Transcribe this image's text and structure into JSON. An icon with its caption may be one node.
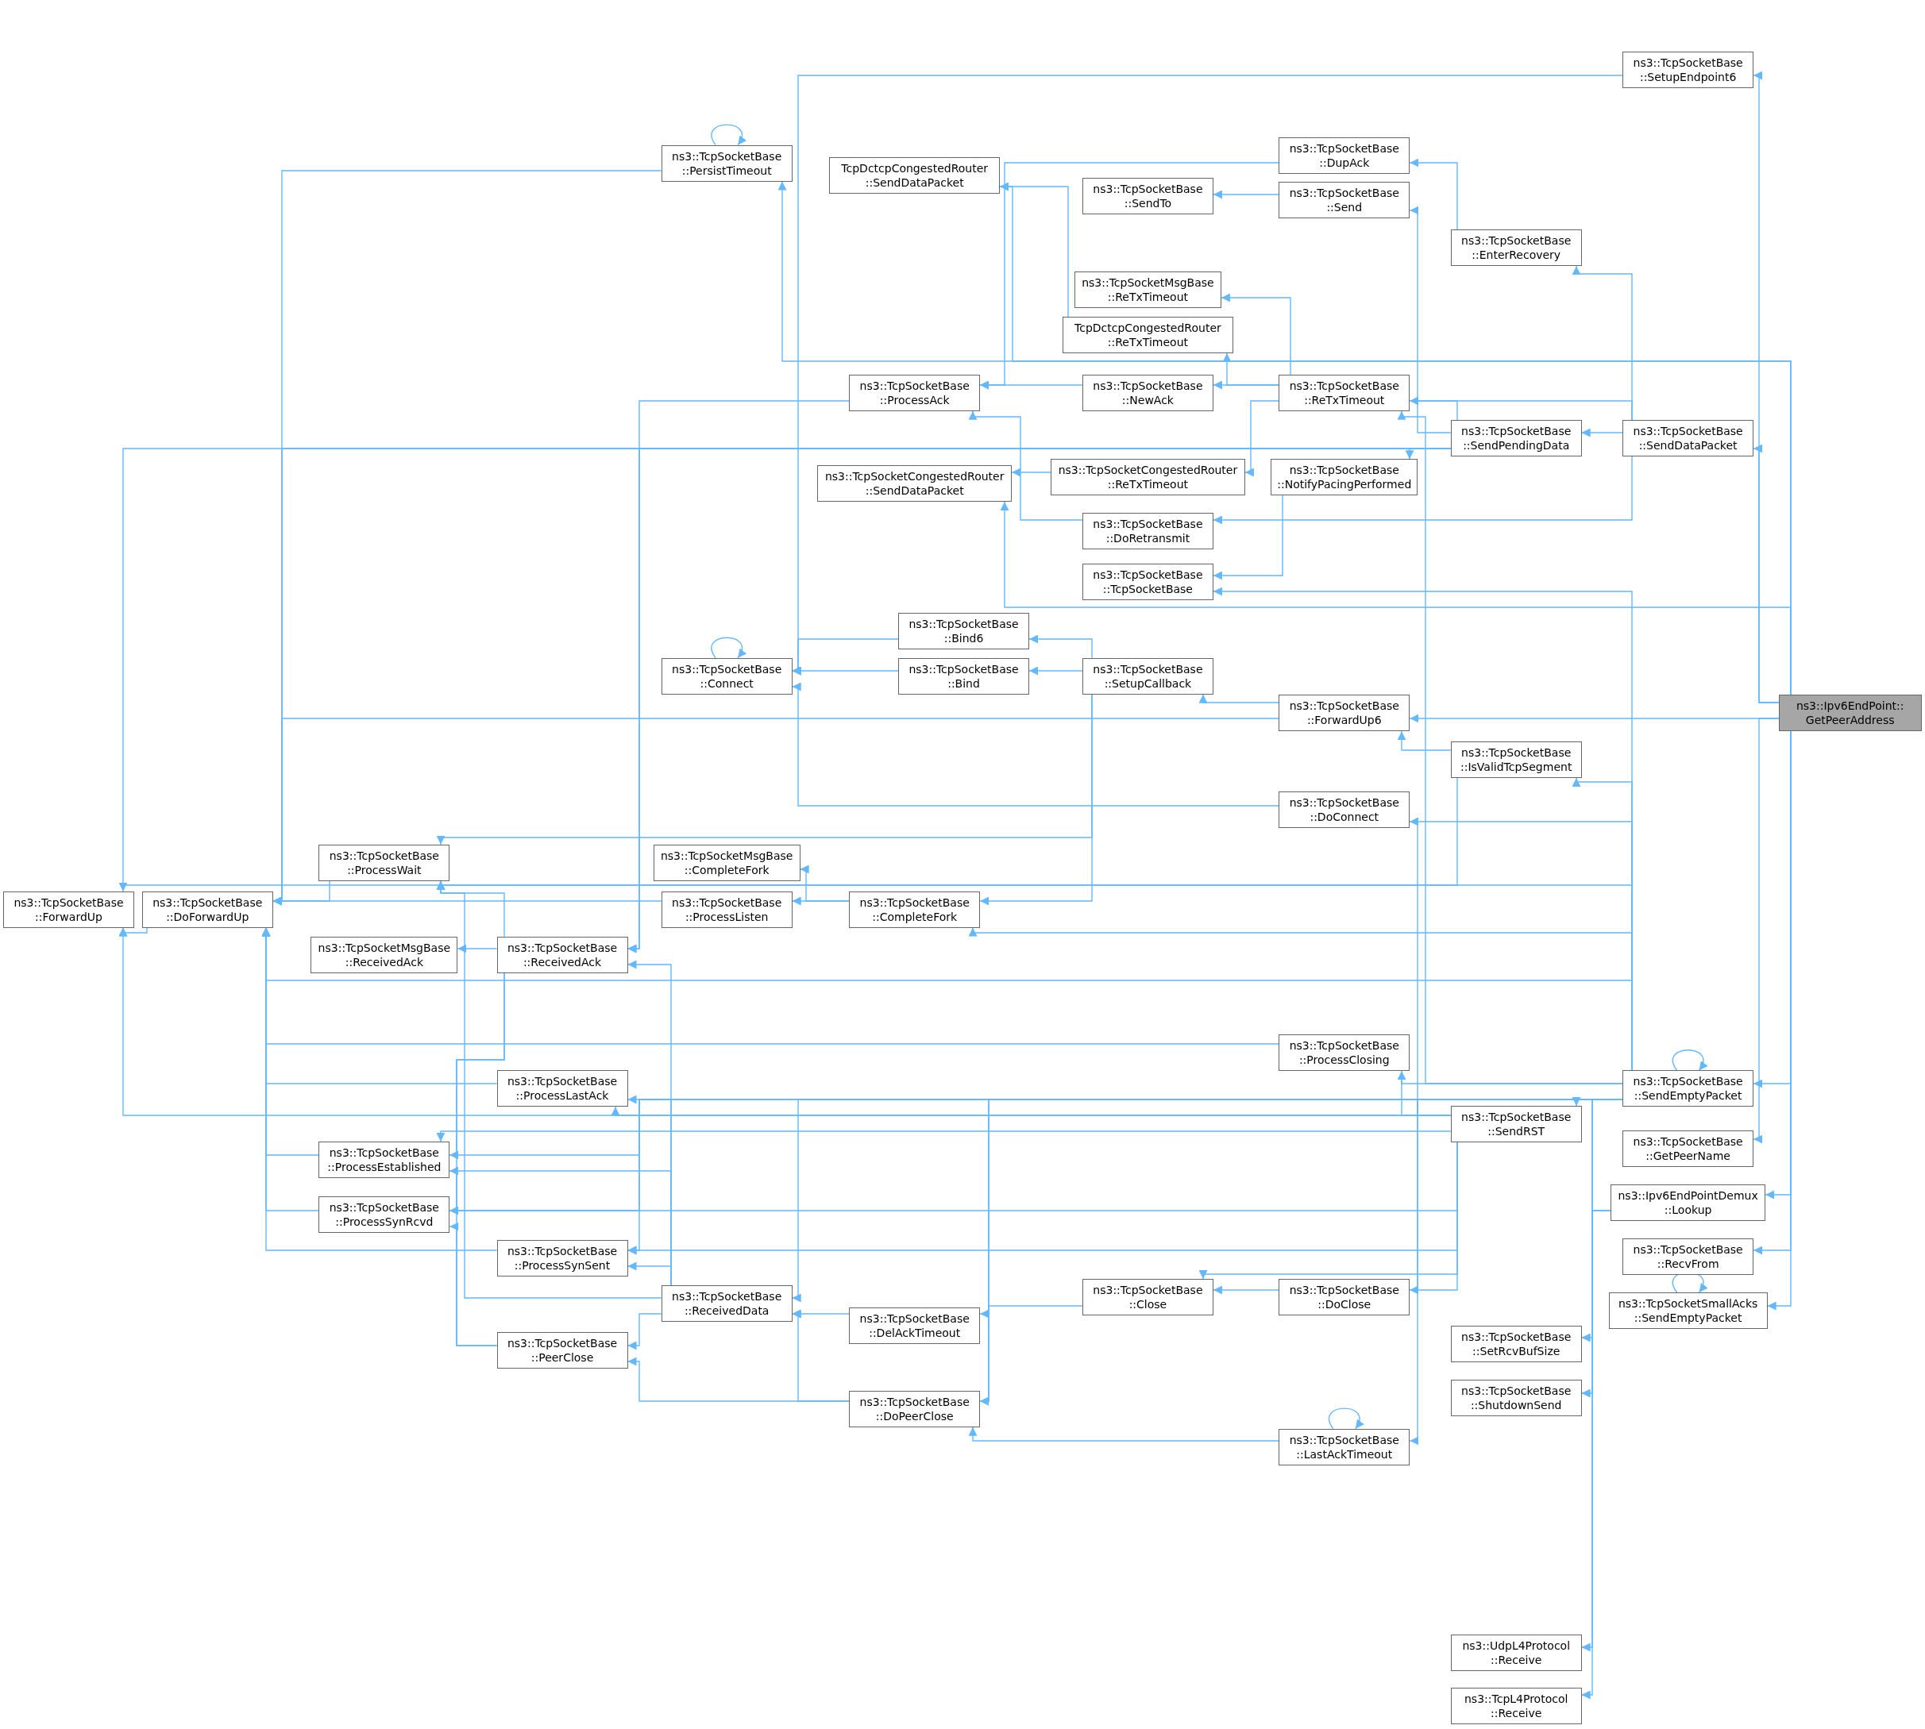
{
  "diagram": {
    "nodes": [
      {
        "text": [
          "ns3::Ipv6EndPoint:: GetPeerAddress"
        ]
      },
      {
        "text": [
          "ns3::TcpSocketBase ::SetupEndpoint6"
        ]
      },
      {
        "text": [
          "ns3::TcpSocketBase ::PersistTimeout"
        ]
      },
      {
        "text": [
          "ns3::TcpSocketBase ::DupAck"
        ]
      },
      {
        "text": [
          "TcpDctcpCongestedRouter ::SendDataPacket"
        ]
      },
      {
        "text": [
          "ns3::TcpSocketBase ::SendTo"
        ]
      },
      {
        "text": [
          "ns3::TcpSocketBase ::Send"
        ]
      },
      {
        "text": [
          "ns3::TcpSocketBase ::EnterRecovery"
        ]
      },
      {
        "text": [
          "ns3::TcpSocketMsgBase ::ReTxTimeout"
        ]
      },
      {
        "text": [
          "TcpDctcpCongestedRouter ::ReTxTimeout"
        ]
      },
      {
        "text": [
          "ns3::TcpSocketBase ::ReTxTimeout"
        ]
      },
      {
        "text": [
          "ns3::TcpSocketBase ::NewAck"
        ]
      },
      {
        "text": [
          "ns3::TcpSocketBase ::ProcessAck"
        ]
      },
      {
        "text": [
          "ns3::TcpSocketBase ::SendPendingData"
        ]
      },
      {
        "text": [
          "ns3::TcpSocketBase ::SendDataPacket"
        ]
      },
      {
        "text": [
          "ns3::TcpSocketCongestedRouter ::ReTxTimeout"
        ]
      },
      {
        "text": [
          "ns3::TcpSocketBase ::NotifyPacingPerformed"
        ]
      },
      {
        "text": [
          "ns3::TcpSocketCongestedRouter ::SendDataPacket"
        ]
      },
      {
        "text": [
          "ns3::TcpSocketBase ::DoRetransmit"
        ]
      },
      {
        "text": [
          "ns3::TcpSocketBase ::TcpSocketBase"
        ]
      },
      {
        "text": [
          "ns3::TcpSocketBase ::Bind6"
        ]
      },
      {
        "text": [
          "ns3::TcpSocketBase ::Connect"
        ]
      },
      {
        "text": [
          "ns3::TcpSocketBase ::Bind"
        ]
      },
      {
        "text": [
          "ns3::TcpSocketBase ::SetupCallback"
        ]
      },
      {
        "text": [
          "ns3::TcpSocketBase ::ForwardUp6"
        ]
      },
      {
        "text": [
          "ns3::TcpSocketBase ::IsValidTcpSegment"
        ]
      },
      {
        "text": [
          "ns3::TcpSocketBase ::DoConnect"
        ]
      },
      {
        "text": [
          "ns3::TcpSocketMsgBase ::CompleteFork"
        ]
      },
      {
        "text": [
          "ns3::TcpSocketBase ::ProcessListen"
        ]
      },
      {
        "text": [
          "ns3::TcpSocketBase ::CompleteFork"
        ]
      },
      {
        "text": [
          "ns3::TcpSocketBase ::ForwardUp"
        ]
      },
      {
        "text": [
          "ns3::TcpSocketBase ::DoForwardUp"
        ]
      },
      {
        "text": [
          "ns3::TcpSocketBase ::ProcessWait"
        ]
      },
      {
        "text": [
          "ns3::TcpSocketBase ::ReceivedAck"
        ]
      },
      {
        "text": [
          "ns3::TcpSocketMsgBase ::ReceivedAck"
        ]
      },
      {
        "text": [
          "ns3::TcpSocketBase ::ProcessClosing"
        ]
      },
      {
        "text": [
          "ns3::TcpSocketBase ::SendEmptyPacket"
        ]
      },
      {
        "text": [
          "ns3::TcpSocketBase ::ProcessLastAck"
        ]
      },
      {
        "text": [
          "ns3::TcpSocketBase ::SendRST"
        ]
      },
      {
        "text": [
          "ns3::TcpSocketBase ::ProcessEstablished"
        ]
      },
      {
        "text": [
          "ns3::TcpSocketBase ::ProcessSynRcvd"
        ]
      },
      {
        "text": [
          "ns3::TcpSocketBase ::ProcessSynSent"
        ]
      },
      {
        "text": [
          "ns3::TcpSocketBase ::ReceivedData"
        ]
      },
      {
        "text": [
          "ns3::TcpSocketBase ::Close"
        ]
      },
      {
        "text": [
          "ns3::TcpSocketBase ::DoClose"
        ]
      },
      {
        "text": [
          "ns3::TcpSocketBase ::DelAckTimeout"
        ]
      },
      {
        "text": [
          "ns3::TcpSocketBase ::PeerClose"
        ]
      },
      {
        "text": [
          "ns3::TcpSocketBase ::DoPeerClose"
        ]
      },
      {
        "text": [
          "ns3::TcpSocketBase ::LastAckTimeout"
        ]
      },
      {
        "text": [
          "ns3::TcpSocketBase ::GetPeerName"
        ]
      },
      {
        "text": [
          "ns3::Ipv6EndPointDemux ::Lookup"
        ]
      },
      {
        "text": [
          "ns3::TcpSocketBase ::RecvFrom"
        ]
      },
      {
        "text": [
          "ns3::TcpSocketSmallAcks ::SendEmptyPacket"
        ]
      },
      {
        "text": [
          "ns3::TcpSocketBase ::SetRcvBufSize"
        ]
      },
      {
        "text": [
          "ns3::TcpSocketBase ::ShutdownSend"
        ]
      },
      {
        "text": [
          "ns3::UdpL4Protocol ::Receive"
        ]
      },
      {
        "text": [
          "ns3::TcpL4Protocol ::Receive"
        ]
      }
    ],
    "edges": [
      {
        "from": 0,
        "to": 1,
        "arrow": "to"
      },
      {
        "from": 0,
        "to": 2,
        "arrow": "to"
      },
      {
        "from": 0,
        "to": 4,
        "arrow": "to"
      },
      {
        "from": 0,
        "to": 14,
        "arrow": "to"
      },
      {
        "from": 0,
        "to": 17,
        "arrow": "to"
      },
      {
        "from": 0,
        "to": 24,
        "arrow": "to"
      },
      {
        "from": 0,
        "to": 36,
        "arrow": "to"
      },
      {
        "from": 0,
        "to": 49,
        "arrow": "to"
      },
      {
        "from": 0,
        "to": 50,
        "arrow": "to"
      },
      {
        "from": 0,
        "to": 51,
        "arrow": "to"
      },
      {
        "from": 0,
        "to": 52,
        "arrow": "to"
      },
      {
        "from": 1,
        "to": 21,
        "arrow": "to"
      },
      {
        "from": 2,
        "to": 2,
        "arrow": "to"
      },
      {
        "from": 2,
        "to": 31,
        "arrow": "to"
      },
      {
        "from": 3,
        "to": 12,
        "arrow": "to"
      },
      {
        "from": 6,
        "to": 5,
        "arrow": "to"
      },
      {
        "from": 7,
        "to": 3,
        "arrow": "to"
      },
      {
        "from": 10,
        "to": 8,
        "arrow": "to"
      },
      {
        "from": 10,
        "to": 9,
        "arrow": "to"
      },
      {
        "from": 10,
        "to": 11,
        "arrow": "to"
      },
      {
        "from": 10,
        "to": 15,
        "arrow": "to"
      },
      {
        "from": 11,
        "to": 12,
        "arrow": "to"
      },
      {
        "from": 12,
        "to": 33,
        "arrow": "to"
      },
      {
        "from": 13,
        "to": 6,
        "arrow": "to"
      },
      {
        "from": 13,
        "to": 10,
        "arrow": "to"
      },
      {
        "from": 13,
        "to": 16,
        "arrow": "to"
      },
      {
        "from": 13,
        "to": 31,
        "arrow": "to"
      },
      {
        "from": 13,
        "to": 33,
        "arrow": "to"
      },
      {
        "from": 13,
        "to": 30,
        "arrow": "to"
      },
      {
        "from": 9,
        "to": 4,
        "arrow": "to"
      },
      {
        "from": 14,
        "to": 7,
        "arrow": "to"
      },
      {
        "from": 14,
        "to": 13,
        "arrow": "to"
      },
      {
        "from": 14,
        "to": 10,
        "arrow": "to"
      },
      {
        "from": 14,
        "to": 18,
        "arrow": "to"
      },
      {
        "from": 15,
        "to": 17,
        "arrow": "to"
      },
      {
        "from": 16,
        "to": 19,
        "arrow": "to"
      },
      {
        "from": 18,
        "to": 12,
        "arrow": "to"
      },
      {
        "from": 20,
        "to": 21,
        "arrow": "to"
      },
      {
        "from": 22,
        "to": 21,
        "arrow": "to"
      },
      {
        "from": 21,
        "to": 21,
        "arrow": "to"
      },
      {
        "from": 23,
        "to": 20,
        "arrow": "to"
      },
      {
        "from": 23,
        "to": 22,
        "arrow": "to"
      },
      {
        "from": 23,
        "to": 29,
        "arrow": "to"
      },
      {
        "from": 23,
        "to": 32,
        "arrow": "to"
      },
      {
        "from": 24,
        "to": 23,
        "arrow": "to"
      },
      {
        "from": 24,
        "to": 31,
        "arrow": "to"
      },
      {
        "from": 25,
        "to": 24,
        "arrow": "to"
      },
      {
        "from": 25,
        "to": 30,
        "arrow": "to"
      },
      {
        "from": 26,
        "to": 21,
        "arrow": "to"
      },
      {
        "from": 29,
        "to": 27,
        "arrow": "to"
      },
      {
        "from": 29,
        "to": 28,
        "arrow": "to"
      },
      {
        "from": 28,
        "to": 31,
        "arrow": "to"
      },
      {
        "from": 31,
        "to": 30,
        "arrow": "to"
      },
      {
        "from": 32,
        "to": 31,
        "arrow": "to"
      },
      {
        "from": 33,
        "to": 32,
        "arrow": "to"
      },
      {
        "from": 33,
        "to": 34,
        "arrow": "to"
      },
      {
        "from": 33,
        "to": 39,
        "arrow": "to"
      },
      {
        "from": 33,
        "to": 40,
        "arrow": "to"
      },
      {
        "from": 35,
        "to": 31,
        "arrow": "to"
      },
      {
        "from": 36,
        "to": 36,
        "arrow": "to"
      },
      {
        "from": 36,
        "to": 10,
        "arrow": "to"
      },
      {
        "from": 36,
        "to": 19,
        "arrow": "to"
      },
      {
        "from": 36,
        "to": 31,
        "arrow": "to"
      },
      {
        "from": 36,
        "to": 25,
        "arrow": "to"
      },
      {
        "from": 36,
        "to": 26,
        "arrow": "to"
      },
      {
        "from": 36,
        "to": 29,
        "arrow": "to"
      },
      {
        "from": 36,
        "to": 32,
        "arrow": "to"
      },
      {
        "from": 36,
        "to": 35,
        "arrow": "to"
      },
      {
        "from": 36,
        "to": 38,
        "arrow": "to"
      },
      {
        "from": 36,
        "to": 42,
        "arrow": "to"
      },
      {
        "from": 36,
        "to": 45,
        "arrow": "to"
      },
      {
        "from": 36,
        "to": 47,
        "arrow": "to"
      },
      {
        "from": 36,
        "to": 48,
        "arrow": "to"
      },
      {
        "from": 36,
        "to": 41,
        "arrow": "to"
      },
      {
        "from": 36,
        "to": 39,
        "arrow": "to"
      },
      {
        "from": 36,
        "to": 40,
        "arrow": "to"
      },
      {
        "from": 36,
        "to": 44,
        "arrow": "to"
      },
      {
        "from": 36,
        "to": 53,
        "arrow": "to"
      },
      {
        "from": 36,
        "to": 54,
        "arrow": "to"
      },
      {
        "from": 50,
        "to": 55,
        "arrow": "to"
      },
      {
        "from": 50,
        "to": 56,
        "arrow": "to"
      },
      {
        "from": 37,
        "to": 31,
        "arrow": "to"
      },
      {
        "from": 38,
        "to": 35,
        "arrow": "to"
      },
      {
        "from": 38,
        "to": 37,
        "arrow": "to"
      },
      {
        "from": 38,
        "to": 39,
        "arrow": "to"
      },
      {
        "from": 38,
        "to": 40,
        "arrow": "to"
      },
      {
        "from": 38,
        "to": 41,
        "arrow": "to"
      },
      {
        "from": 38,
        "to": 43,
        "arrow": "to"
      },
      {
        "from": 38,
        "to": 44,
        "arrow": "to"
      },
      {
        "from": 38,
        "to": 26,
        "arrow": "to"
      },
      {
        "from": 38,
        "to": 30,
        "arrow": "to"
      },
      {
        "from": 39,
        "to": 31,
        "arrow": "to"
      },
      {
        "from": 40,
        "to": 31,
        "arrow": "to"
      },
      {
        "from": 41,
        "to": 31,
        "arrow": "to"
      },
      {
        "from": 42,
        "to": 33,
        "arrow": "to"
      },
      {
        "from": 42,
        "to": 37,
        "arrow": "to"
      },
      {
        "from": 42,
        "to": 39,
        "arrow": "to"
      },
      {
        "from": 42,
        "to": 41,
        "arrow": "to"
      },
      {
        "from": 42,
        "to": 32,
        "arrow": "to"
      },
      {
        "from": 42,
        "to": 46,
        "arrow": "to"
      },
      {
        "from": 45,
        "to": 42,
        "arrow": "to"
      },
      {
        "from": 46,
        "to": 39,
        "arrow": "to"
      },
      {
        "from": 46,
        "to": 40,
        "arrow": "to"
      },
      {
        "from": 47,
        "to": 46,
        "arrow": "to"
      },
      {
        "from": 47,
        "to": 42,
        "arrow": "to"
      },
      {
        "from": 43,
        "to": 47,
        "arrow": "to"
      },
      {
        "from": 44,
        "to": 43,
        "arrow": "to"
      },
      {
        "from": 48,
        "to": 47,
        "arrow": "to"
      },
      {
        "from": 48,
        "to": 48,
        "arrow": "to"
      },
      {
        "from": 52,
        "to": 52,
        "arrow": "to"
      }
    ]
  }
}
